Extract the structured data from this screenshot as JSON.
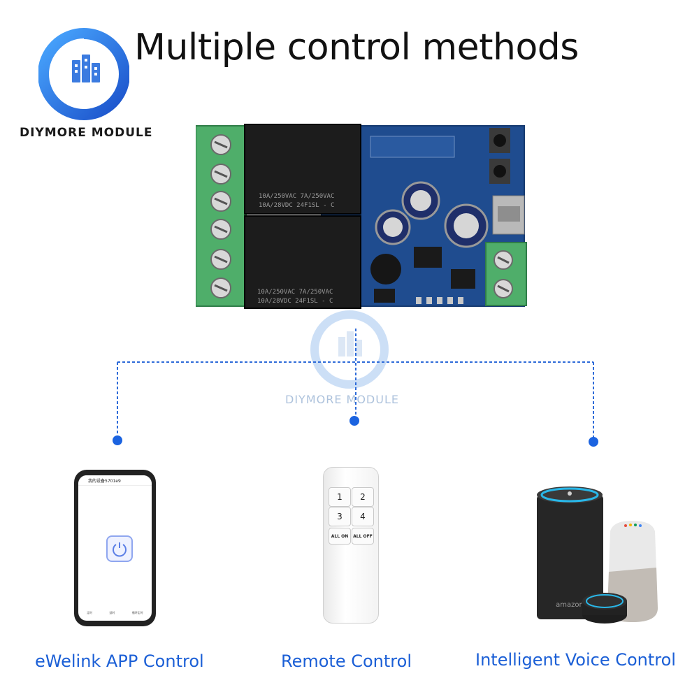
{
  "title": "Multiple control methods",
  "brand": {
    "logo_text": "DIYMORE MODULE",
    "watermark_text": "DIYMORE MODULE"
  },
  "board": {
    "relay1_line1": "10A/250VAC  7A/250VAC",
    "relay1_line2": "10A/28VDC   24F1SL - C",
    "relay2_line1": "10A/250VAC  7A/250VAC",
    "relay2_line2": "10A/28VDC   24F1SL - C"
  },
  "methods": [
    {
      "caption": "eWelink APP Control",
      "icon": "smartphone-icon"
    },
    {
      "caption": "Remote Control",
      "icon": "remote-control-icon"
    },
    {
      "caption": "Intelligent Voice Control",
      "icon": "smart-speaker-icon"
    }
  ],
  "phone": {
    "header": "我的设备5701e9",
    "tabs": [
      "定时",
      "延时",
      "循环定时"
    ]
  },
  "remote": {
    "buttons": [
      "1",
      "2",
      "3",
      "4",
      "ALL ON",
      "ALL OFF"
    ]
  },
  "speaker": {
    "brand": "amazon"
  },
  "colors": {
    "accent_blue": "#1b5fd6",
    "connector_line": "#2e6bd9",
    "pcb_blue": "#1f4c8f",
    "terminal_green": "#4fae6a"
  }
}
